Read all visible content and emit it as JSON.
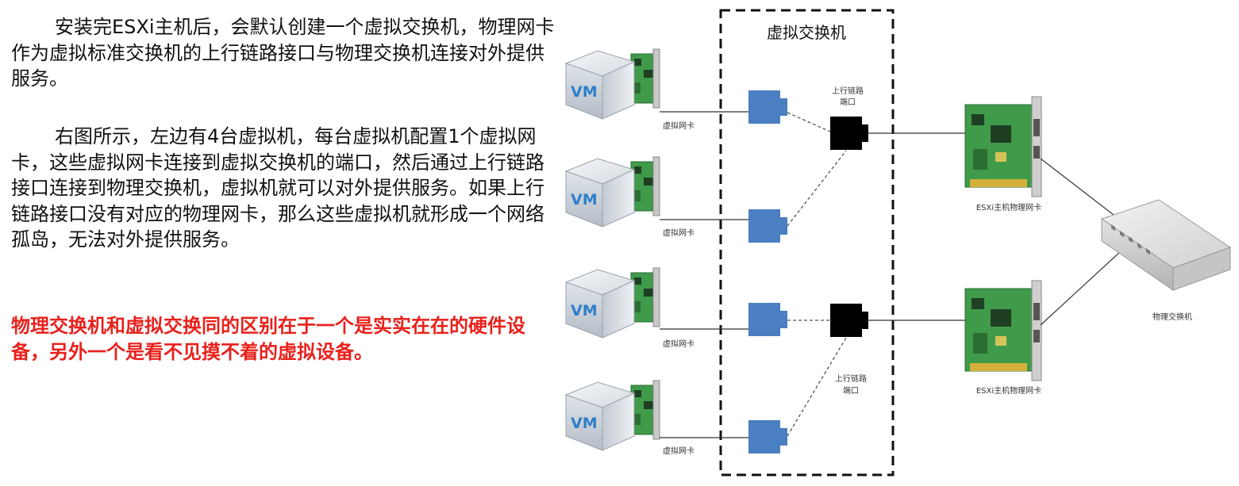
{
  "text": {
    "para1": "安装完ESXi主机后，会默认创建一个虚拟交换机，物理网卡作为虚拟标准交换机的上行链路接口与物理交换机连接对外提供服务。",
    "para2": "右图所示，左边有4台虚拟机，每台虚拟机配置1个虚拟网卡，这些虚拟网卡连接到虚拟交换机的端口，然后通过上行链路接口连接到物理交换机，虚拟机就可以对外提供服务。如果上行链路接口没有对应的物理网卡，那么这些虚拟机就形成一个网络孤岛，无法对外提供服务。",
    "para3": "物理交换机和虚拟交换同的区别在于一个是实实在在的硬件设备，另外一个是看不见摸不着的虚拟设备。"
  },
  "diagram": {
    "vswitch_title": "虚拟交换机",
    "vm_label": "VM",
    "vnic_label": "虚拟网卡",
    "uplink_label_line1": "上行链路",
    "uplink_label_line2": "端口",
    "pnic_label": "ESXi主机物理网卡",
    "pswitch_label": "物理交换机"
  },
  "colors": {
    "highlight_red": "#e8211c",
    "port_blue": "#4a7fc1",
    "uplink_black": "#000000",
    "nic_green": "#3f9a4a"
  }
}
